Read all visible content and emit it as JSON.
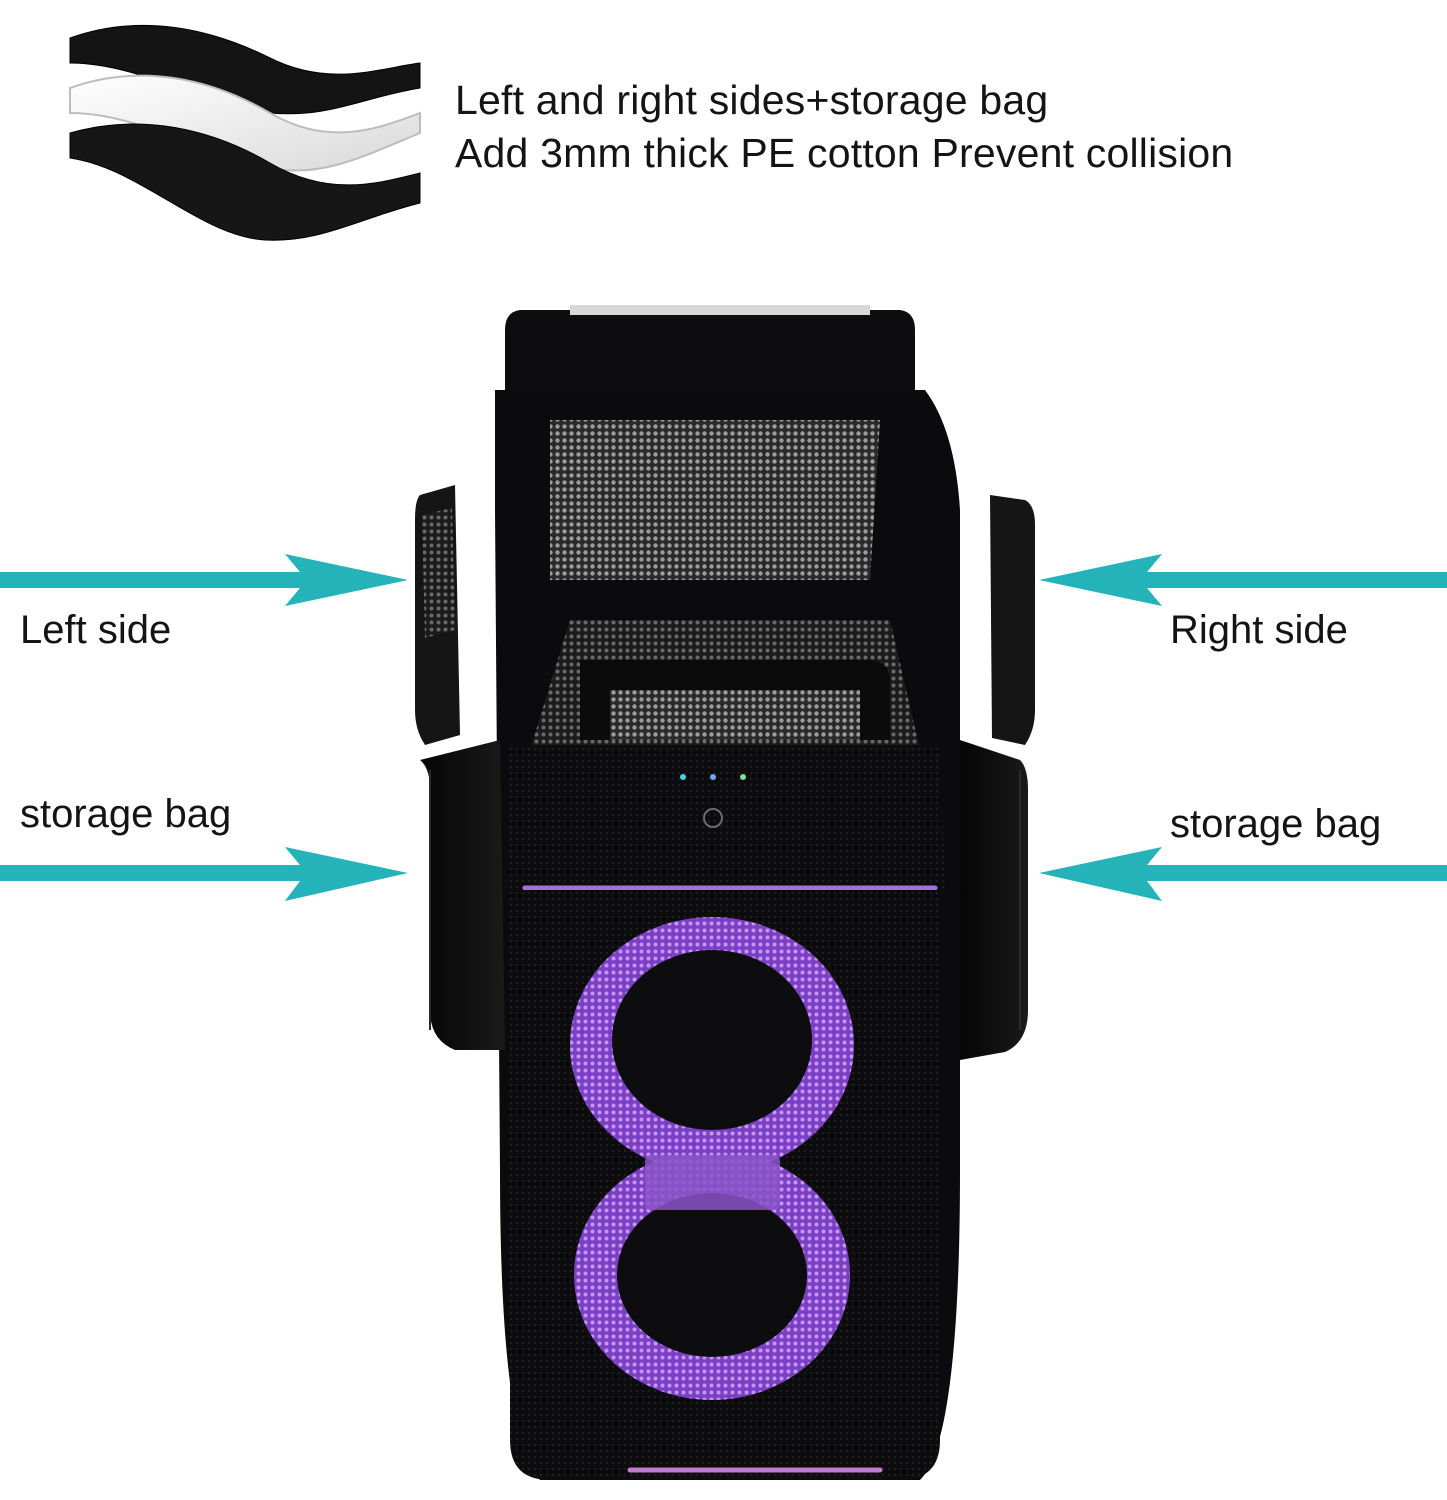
{
  "header": {
    "line1": "Left and right sides+storage bag",
    "line2": "Add 3mm thick PE cotton Prevent collision"
  },
  "labels": {
    "left_side": "Left side",
    "right_side": "Right side",
    "left_storage": "storage bag",
    "right_storage": "storage bag"
  },
  "colors": {
    "arrow": "#24b3b8",
    "bag": "#0b0b0d",
    "glow": "#9b5ae0",
    "text": "#141414"
  },
  "icons": {
    "layers": "foam-layers-icon",
    "arrows": "pointer-arrow-icon"
  }
}
